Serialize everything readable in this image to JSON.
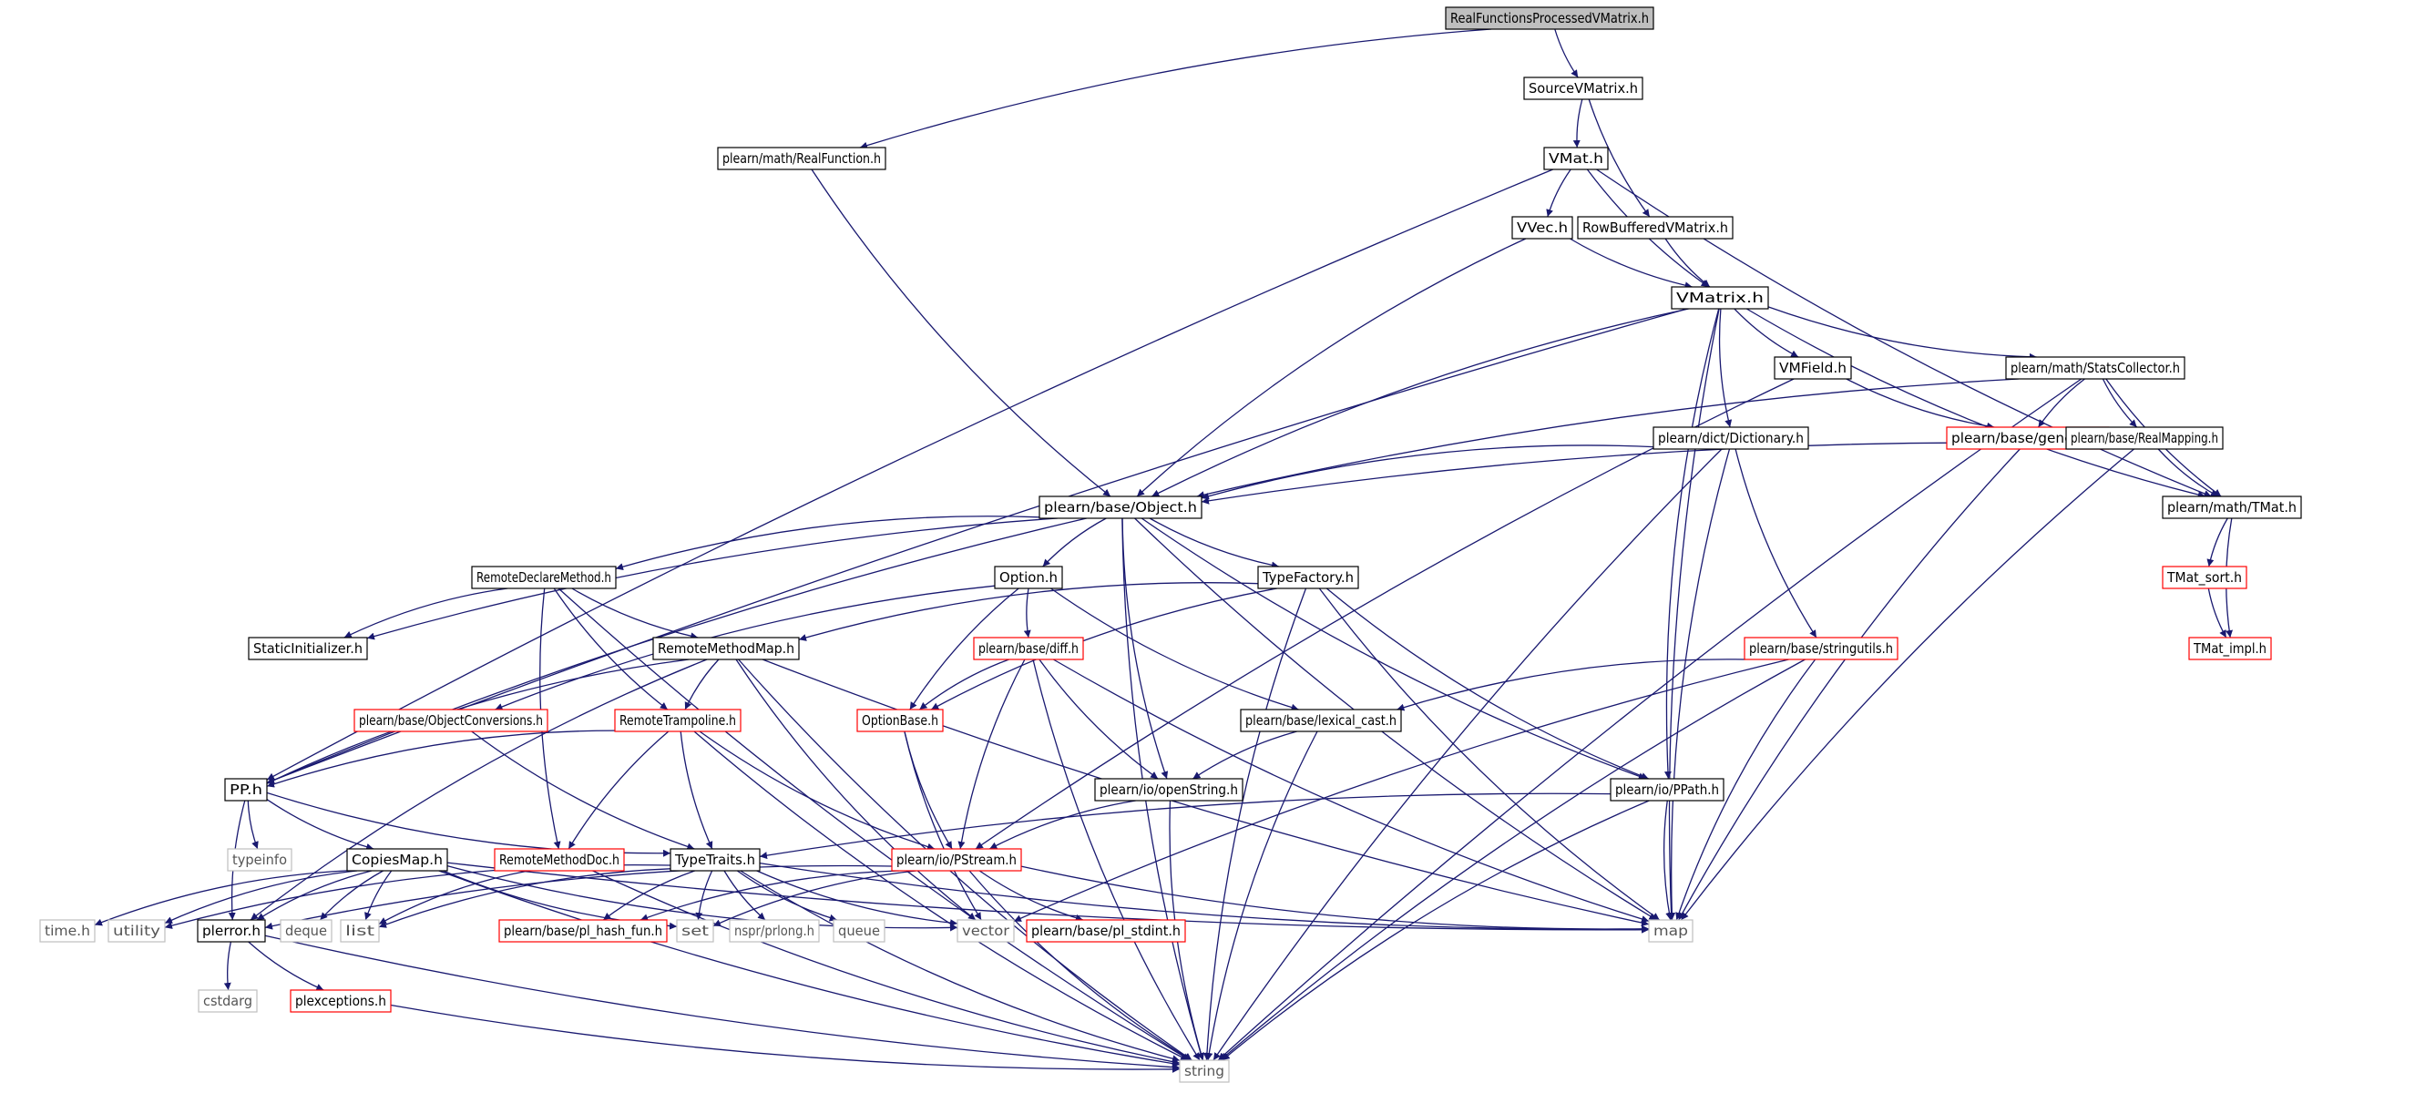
{
  "graph": {
    "edge_color": "#191970",
    "node_styles": {
      "root": {
        "fill": "#bfbfbf",
        "stroke": "#000000",
        "text": "#000000"
      },
      "normal": {
        "fill": "#ffffff",
        "stroke": "#000000",
        "text": "#000000"
      },
      "truncated": {
        "fill": "#ffffff",
        "stroke": "#ff0000",
        "text": "#000000"
      },
      "external": {
        "fill": "#ffffff",
        "stroke": "#bfbfbf",
        "text": "#555555"
      }
    },
    "nodes": [
      {
        "id": "root",
        "label": "RealFunctionsProcessedVMatrix.h",
        "style": "root"
      },
      {
        "id": "source",
        "label": "SourceVMatrix.h",
        "style": "normal"
      },
      {
        "id": "realfunc",
        "label": "plearn/math/RealFunction.h",
        "style": "normal"
      },
      {
        "id": "vmat",
        "label": "VMat.h",
        "style": "normal"
      },
      {
        "id": "vvec",
        "label": "VVec.h",
        "style": "normal"
      },
      {
        "id": "rowbuf",
        "label": "RowBufferedVMatrix.h",
        "style": "normal"
      },
      {
        "id": "vmatrix",
        "label": "VMatrix.h",
        "style": "normal"
      },
      {
        "id": "vmfield",
        "label": "VMField.h",
        "style": "normal"
      },
      {
        "id": "stats",
        "label": "plearn/math/StatsCollector.h",
        "style": "normal"
      },
      {
        "id": "general",
        "label": "plearn/base/general.h",
        "style": "truncated"
      },
      {
        "id": "dict",
        "label": "plearn/dict/Dictionary.h",
        "style": "normal"
      },
      {
        "id": "realmap",
        "label": "plearn/base/RealMapping.h",
        "style": "normal"
      },
      {
        "id": "object",
        "label": "plearn/base/Object.h",
        "style": "normal"
      },
      {
        "id": "tmat",
        "label": "plearn/math/TMat.h",
        "style": "normal"
      },
      {
        "id": "tmatsort",
        "label": "TMat_sort.h",
        "style": "truncated"
      },
      {
        "id": "tmatimpl",
        "label": "TMat_impl.h",
        "style": "truncated"
      },
      {
        "id": "remdecl",
        "label": "RemoteDeclareMethod.h",
        "style": "normal"
      },
      {
        "id": "option",
        "label": "Option.h",
        "style": "normal"
      },
      {
        "id": "typefactory",
        "label": "TypeFactory.h",
        "style": "normal"
      },
      {
        "id": "staticinit",
        "label": "StaticInitializer.h",
        "style": "normal"
      },
      {
        "id": "remmethodmap",
        "label": "RemoteMethodMap.h",
        "style": "normal"
      },
      {
        "id": "diff",
        "label": "plearn/base/diff.h",
        "style": "truncated"
      },
      {
        "id": "stringutils",
        "label": "plearn/base/stringutils.h",
        "style": "truncated"
      },
      {
        "id": "objconv",
        "label": "plearn/base/ObjectConversions.h",
        "style": "truncated"
      },
      {
        "id": "remtramp",
        "label": "RemoteTrampoline.h",
        "style": "truncated"
      },
      {
        "id": "optionbase",
        "label": "OptionBase.h",
        "style": "truncated"
      },
      {
        "id": "lexcast",
        "label": "plearn/base/lexical_cast.h",
        "style": "normal"
      },
      {
        "id": "pp",
        "label": "PP.h",
        "style": "normal"
      },
      {
        "id": "openstring",
        "label": "plearn/io/openString.h",
        "style": "normal"
      },
      {
        "id": "ppath",
        "label": "plearn/io/PPath.h",
        "style": "normal"
      },
      {
        "id": "typeinfo",
        "label": "typeinfo",
        "style": "external"
      },
      {
        "id": "copiesmap",
        "label": "CopiesMap.h",
        "style": "normal"
      },
      {
        "id": "remmethoddoc",
        "label": "RemoteMethodDoc.h",
        "style": "truncated"
      },
      {
        "id": "typetraits",
        "label": "TypeTraits.h",
        "style": "normal"
      },
      {
        "id": "pstream",
        "label": "plearn/io/PStream.h",
        "style": "truncated"
      },
      {
        "id": "timeh",
        "label": "time.h",
        "style": "external"
      },
      {
        "id": "utility",
        "label": "utility",
        "style": "external"
      },
      {
        "id": "plerror",
        "label": "plerror.h",
        "style": "normal"
      },
      {
        "id": "deque",
        "label": "deque",
        "style": "external"
      },
      {
        "id": "list",
        "label": "list",
        "style": "external"
      },
      {
        "id": "hashfun",
        "label": "plearn/base/pl_hash_fun.h",
        "style": "truncated"
      },
      {
        "id": "set",
        "label": "set",
        "style": "external"
      },
      {
        "id": "prlong",
        "label": "nspr/prlong.h",
        "style": "external"
      },
      {
        "id": "queue",
        "label": "queue",
        "style": "external"
      },
      {
        "id": "vector",
        "label": "vector",
        "style": "external"
      },
      {
        "id": "stdint",
        "label": "plearn/base/pl_stdint.h",
        "style": "truncated"
      },
      {
        "id": "map",
        "label": "map",
        "style": "external"
      },
      {
        "id": "cstdarg",
        "label": "cstdarg",
        "style": "external"
      },
      {
        "id": "plexceptions",
        "label": "plexceptions.h",
        "style": "truncated"
      },
      {
        "id": "string",
        "label": "string",
        "style": "external"
      }
    ],
    "edges": [
      [
        "root",
        "source"
      ],
      [
        "root",
        "realfunc"
      ],
      [
        "source",
        "vmat"
      ],
      [
        "source",
        "rowbuf"
      ],
      [
        "realfunc",
        "object"
      ],
      [
        "vmat",
        "vvec"
      ],
      [
        "vmat",
        "vmatrix"
      ],
      [
        "vmat",
        "pp"
      ],
      [
        "vmat",
        "tmat"
      ],
      [
        "vvec",
        "vmatrix"
      ],
      [
        "vvec",
        "object"
      ],
      [
        "rowbuf",
        "vmatrix"
      ],
      [
        "vmatrix",
        "vmfield"
      ],
      [
        "vmatrix",
        "stats"
      ],
      [
        "vmatrix",
        "dict"
      ],
      [
        "vmatrix",
        "object"
      ],
      [
        "vmatrix",
        "pp"
      ],
      [
        "vmatrix",
        "ppath"
      ],
      [
        "vmatrix",
        "map"
      ],
      [
        "vmatrix",
        "tmat"
      ],
      [
        "vmfield",
        "general"
      ],
      [
        "vmfield",
        "pstream"
      ],
      [
        "stats",
        "general"
      ],
      [
        "stats",
        "realmap"
      ],
      [
        "stats",
        "tmat"
      ],
      [
        "stats",
        "object"
      ],
      [
        "stats",
        "string"
      ],
      [
        "general",
        "map"
      ],
      [
        "dict",
        "object"
      ],
      [
        "dict",
        "stringutils"
      ],
      [
        "dict",
        "map"
      ],
      [
        "dict",
        "string"
      ],
      [
        "realmap",
        "object"
      ],
      [
        "realmap",
        "tmat"
      ],
      [
        "realmap",
        "map"
      ],
      [
        "tmat",
        "tmatsort"
      ],
      [
        "tmat",
        "tmatimpl"
      ],
      [
        "tmatsort",
        "tmatimpl"
      ],
      [
        "object",
        "remdecl"
      ],
      [
        "object",
        "option"
      ],
      [
        "object",
        "typefactory"
      ],
      [
        "object",
        "staticinit"
      ],
      [
        "object",
        "pp"
      ],
      [
        "object",
        "openstring"
      ],
      [
        "object",
        "ppath"
      ],
      [
        "object",
        "map"
      ],
      [
        "object",
        "string"
      ],
      [
        "remdecl",
        "staticinit"
      ],
      [
        "remdecl",
        "remmethodmap"
      ],
      [
        "remdecl",
        "remtramp"
      ],
      [
        "remdecl",
        "remmethoddoc"
      ],
      [
        "remdecl",
        "string"
      ],
      [
        "option",
        "optionbase"
      ],
      [
        "option",
        "diff"
      ],
      [
        "option",
        "objconv"
      ],
      [
        "option",
        "lexcast"
      ],
      [
        "typefactory",
        "remmethodmap"
      ],
      [
        "typefactory",
        "optionbase"
      ],
      [
        "typefactory",
        "ppath"
      ],
      [
        "typefactory",
        "map"
      ],
      [
        "typefactory",
        "string"
      ],
      [
        "remmethodmap",
        "remtramp"
      ],
      [
        "remmethodmap",
        "pp"
      ],
      [
        "remmethodmap",
        "plerror"
      ],
      [
        "remmethodmap",
        "vector"
      ],
      [
        "remmethodmap",
        "map"
      ],
      [
        "remmethodmap",
        "string"
      ],
      [
        "diff",
        "optionbase"
      ],
      [
        "diff",
        "pstream"
      ],
      [
        "diff",
        "openstring"
      ],
      [
        "diff",
        "map"
      ],
      [
        "diff",
        "string"
      ],
      [
        "stringutils",
        "lexcast"
      ],
      [
        "stringutils",
        "vector"
      ],
      [
        "stringutils",
        "map"
      ],
      [
        "stringutils",
        "string"
      ],
      [
        "objconv",
        "typetraits"
      ],
      [
        "remtramp",
        "pp"
      ],
      [
        "remtramp",
        "typetraits"
      ],
      [
        "remtramp",
        "remmethoddoc"
      ],
      [
        "remtramp",
        "pstream"
      ],
      [
        "remtramp",
        "string"
      ],
      [
        "optionbase",
        "pstream"
      ],
      [
        "optionbase",
        "vector"
      ],
      [
        "lexcast",
        "openstring"
      ],
      [
        "lexcast",
        "string"
      ],
      [
        "pp",
        "typeinfo"
      ],
      [
        "pp",
        "copiesmap"
      ],
      [
        "pp",
        "plerror"
      ],
      [
        "pp",
        "typetraits"
      ],
      [
        "openstring",
        "pstream"
      ],
      [
        "openstring",
        "string"
      ],
      [
        "ppath",
        "typetraits"
      ],
      [
        "ppath",
        "map"
      ],
      [
        "ppath",
        "string"
      ],
      [
        "copiesmap",
        "timeh"
      ],
      [
        "copiesmap",
        "utility"
      ],
      [
        "copiesmap",
        "plerror"
      ],
      [
        "copiesmap",
        "deque"
      ],
      [
        "copiesmap",
        "list"
      ],
      [
        "copiesmap",
        "set"
      ],
      [
        "copiesmap",
        "vector"
      ],
      [
        "copiesmap",
        "map"
      ],
      [
        "copiesmap",
        "string"
      ],
      [
        "remmethoddoc",
        "list"
      ],
      [
        "remmethoddoc",
        "string"
      ],
      [
        "typetraits",
        "utility"
      ],
      [
        "typetraits",
        "list"
      ],
      [
        "typetraits",
        "hashfun"
      ],
      [
        "typetraits",
        "set"
      ],
      [
        "typetraits",
        "prlong"
      ],
      [
        "typetraits",
        "queue"
      ],
      [
        "typetraits",
        "vector"
      ],
      [
        "typetraits",
        "map"
      ],
      [
        "typetraits",
        "string"
      ],
      [
        "pstream",
        "plerror"
      ],
      [
        "pstream",
        "hashfun"
      ],
      [
        "pstream",
        "set"
      ],
      [
        "pstream",
        "stdint"
      ],
      [
        "pstream",
        "map"
      ],
      [
        "pstream",
        "string"
      ],
      [
        "plerror",
        "cstdarg"
      ],
      [
        "plerror",
        "plexceptions"
      ],
      [
        "plerror",
        "string"
      ],
      [
        "plexceptions",
        "string"
      ]
    ]
  }
}
